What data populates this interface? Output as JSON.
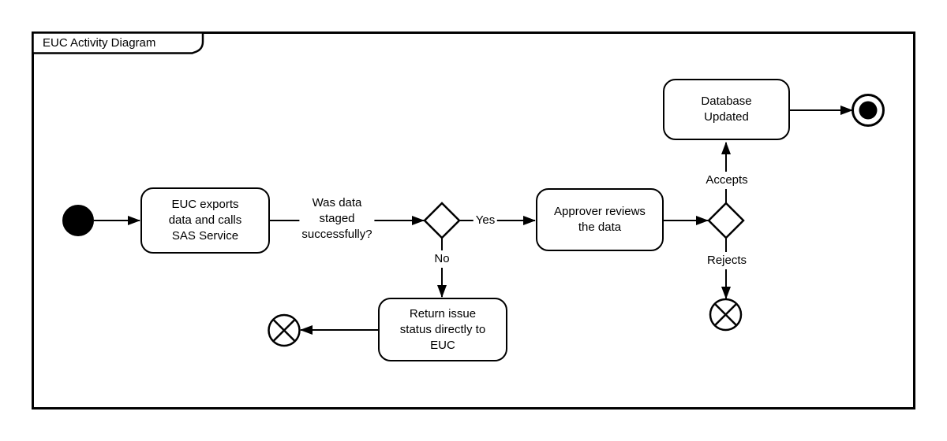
{
  "diagram": {
    "title": "EUC Activity Diagram",
    "colors": {
      "stroke": "#000000",
      "fill": "#ffffff"
    },
    "nodes": {
      "start_event": {
        "type": "start-event"
      },
      "task_export": {
        "label": "EUC exports\ndata and calls\nSAS Service"
      },
      "task_approver": {
        "label": "Approver reviews\nthe data"
      },
      "task_database": {
        "label": "Database\nUpdated"
      },
      "task_return": {
        "label": "Return issue\nstatus directly to\nEUC"
      },
      "gateway_staged": {
        "type": "decision-gateway"
      },
      "gateway_approval": {
        "type": "decision-gateway"
      },
      "end_event_terminate": {
        "type": "terminate-end-event"
      },
      "cancel_event_return": {
        "type": "cancel-end-event"
      },
      "cancel_event_rejected": {
        "type": "cancel-end-event"
      }
    },
    "edge_labels": {
      "staged_question": "Was data\nstaged\nsuccessfully?",
      "yes": "Yes",
      "no": "No",
      "accepts": "Accepts",
      "rejects": "Rejects"
    }
  }
}
